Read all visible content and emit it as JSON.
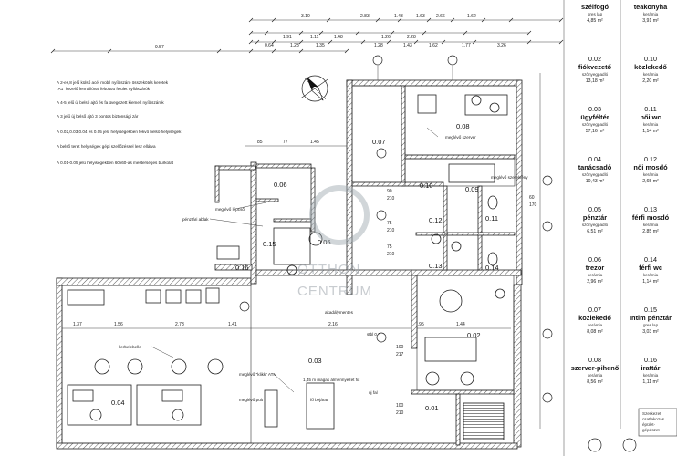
{
  "dimensions": {
    "top_row_1": [
      "3.10",
      "2.83",
      "1.43",
      "1.63",
      "2.66",
      "1.62"
    ],
    "top_row_2": [
      "1.91",
      "1.11",
      "1.48",
      "1.26",
      "2.28"
    ],
    "top_row_3": [
      "0.64",
      "1.23",
      "1.35",
      "1.28",
      "1.43",
      "1.62",
      "1.77",
      "3.26"
    ],
    "total_top": "9.57",
    "mid_row": [
      "85",
      "77",
      "1.45"
    ],
    "left_row": [
      "1.37",
      "1.56",
      "2.73",
      "1.41",
      "2.16",
      "2.95",
      "1.44"
    ]
  },
  "notes": [
    "A 2-es,8 jelű külső acél mobil nyílászáró összekötés keretek",
    "\"A1\" kezelő fennállóval feltöltött felület nyílászárók",
    "A 4-5 jelű új belső ajtó és fa üvegezett kiemelt nyílászárók",
    "A 3 jelű új belső ajtó 3 pontos biztonsági zár",
    "A 0.02,0.03,0.04 és 0.05 jelű helyiségekben fekvő belső helyiségek",
    "A belső teret helyiségek gépi szellőzéssel lesz ellátva",
    "A 0.01-0.05 jelű helyiségekben 60x60-as mesterséges burkolat"
  ],
  "rooms": [
    {
      "num": "0.01"
    },
    {
      "num": "0.02"
    },
    {
      "num": "0.03"
    },
    {
      "num": "0.04"
    },
    {
      "num": "0.05"
    },
    {
      "num": "0.06"
    },
    {
      "num": "0.07"
    },
    {
      "num": "0.08"
    },
    {
      "num": "0.09"
    },
    {
      "num": "0.10"
    },
    {
      "num": "0.11"
    },
    {
      "num": "0.12"
    },
    {
      "num": "0.13"
    },
    {
      "num": "0.14"
    },
    {
      "num": "0.15"
    },
    {
      "num": "0.16"
    }
  ],
  "annotations": {
    "existing_stair": "meglévő lépcső",
    "existing_server": "meglévő szerver",
    "display_window": "pénztári ablak",
    "existing_counter": "meglévő pult",
    "counter_label": "kerbelebelle",
    "atm": "meglévő \"klikk\" ATM",
    "raised_floor": "1,45 m magas álmennyezet fix",
    "accessible": "akadálymentes",
    "entrance": "stbl 0.04",
    "door_label": "meglévő szerelvény",
    "new_wall": "új fal",
    "entry": "fő bejárat"
  },
  "door_tags": [
    "90",
    "210",
    "75",
    "210",
    "75",
    "210",
    "100",
    "217",
    "100",
    "210",
    "60",
    "170"
  ],
  "watermark": {
    "line1": "OTTHON",
    "line2": "CENTRUM"
  },
  "legend": [
    {
      "num": "",
      "name": "szélfogó",
      "sub": "gres lap",
      "area": "4,85 m²"
    },
    {
      "num": "",
      "name": "teakonyha",
      "sub": "kerámia",
      "area": "3,91 m²"
    },
    {
      "num": "0.02",
      "name": "fiókvezető",
      "sub": "szőnyegpadló",
      "area": "13,18 m²"
    },
    {
      "num": "0.10",
      "name": "közlekedő",
      "sub": "kerámia",
      "area": "2,20 m²"
    },
    {
      "num": "0.03",
      "name": "ügyféltér",
      "sub": "szőnyegpadló",
      "area": "57,16 m²"
    },
    {
      "num": "0.11",
      "name": "női wc",
      "sub": "kerámia",
      "area": "1,14 m²"
    },
    {
      "num": "0.04",
      "name": "tanácsadó",
      "sub": "szőnyegpadló",
      "area": "10,43 m²"
    },
    {
      "num": "0.12",
      "name": "női mosdó",
      "sub": "kerámia",
      "area": "2,65 m²"
    },
    {
      "num": "0.05",
      "name": "pénztár",
      "sub": "szőnyegpadló",
      "area": "6,51 m²"
    },
    {
      "num": "0.13",
      "name": "férfi mosdó",
      "sub": "kerámia",
      "area": "2,85 m²"
    },
    {
      "num": "0.06",
      "name": "trezor",
      "sub": "kerámia",
      "area": "2,96 m²"
    },
    {
      "num": "0.14",
      "name": "férfi wc",
      "sub": "kerámia",
      "area": "1,14 m²"
    },
    {
      "num": "0.07",
      "name": "közlekedő",
      "sub": "kerámia",
      "area": "8,08 m²"
    },
    {
      "num": "0.15",
      "name": "Intim pénztár",
      "sub": "gres lap",
      "area": "3,03 m²"
    },
    {
      "num": "0.08",
      "name": "szerver-pihenő",
      "sub": "kerámia",
      "area": "8,56 m²"
    },
    {
      "num": "0.16",
      "name": "irattár",
      "sub": "kerámia",
      "area": "1,11 m²"
    }
  ],
  "footer_box": [
    "Szerkezet",
    "csatlakozás",
    "épület-",
    "gépészet"
  ]
}
